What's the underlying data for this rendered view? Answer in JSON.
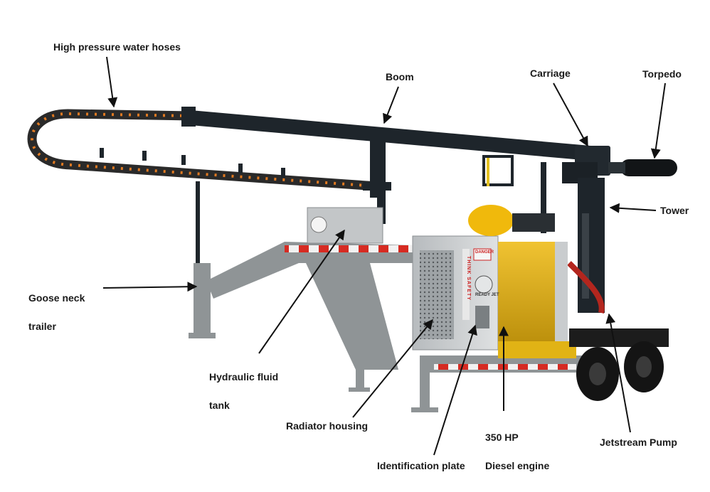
{
  "labels": {
    "high_pressure_water_hoses": "High pressure water hoses",
    "boom": "Boom",
    "carriage": "Carriage",
    "torpedo": "Torpedo",
    "tower": "Tower",
    "goose_neck_trailer": [
      "Goose neck",
      "trailer"
    ],
    "hydraulic_fluid_tank": [
      "Hydraulic fluid",
      "tank"
    ],
    "radiator_housing": "Radiator housing",
    "identification_plate": "Identification plate",
    "diesel_engine": [
      "350 HP",
      "Diesel engine"
    ],
    "jetstream_pump": "Jetstream Pump"
  },
  "equipment_markings": {
    "side_panel": "THINK SAFETY",
    "badge": "READY JET",
    "warning_sticker": "DANGER"
  },
  "colors": {
    "boom": "#1e252b",
    "trailer": "#8f9496",
    "housing": "#c9ccce",
    "engine": "#d9a90e",
    "reflector_red": "#d62b22",
    "hose_chain": "#2a2a2a",
    "hose_dot": "#e07a22"
  }
}
